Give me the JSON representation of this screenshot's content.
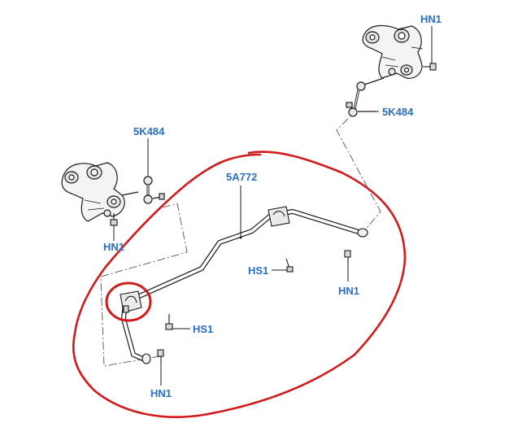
{
  "colors": {
    "label": "#2a6fc2",
    "ink": "#1a1a1a",
    "annotation": "#d11a1a",
    "background": "#ffffff"
  },
  "callouts": {
    "hn1_top": "HN1",
    "link_right": "5K484",
    "link_left": "5K484",
    "bar": "5A772",
    "hn1_left": "HN1",
    "hs1_right": "HS1",
    "hn1_right": "HN1",
    "hs1_left": "HS1",
    "hn1_bottom": "HN1"
  },
  "annotations": {
    "circle_marks": "stabilizer-bushing",
    "freehand_outline": "stabilizer-bar-assembly"
  }
}
